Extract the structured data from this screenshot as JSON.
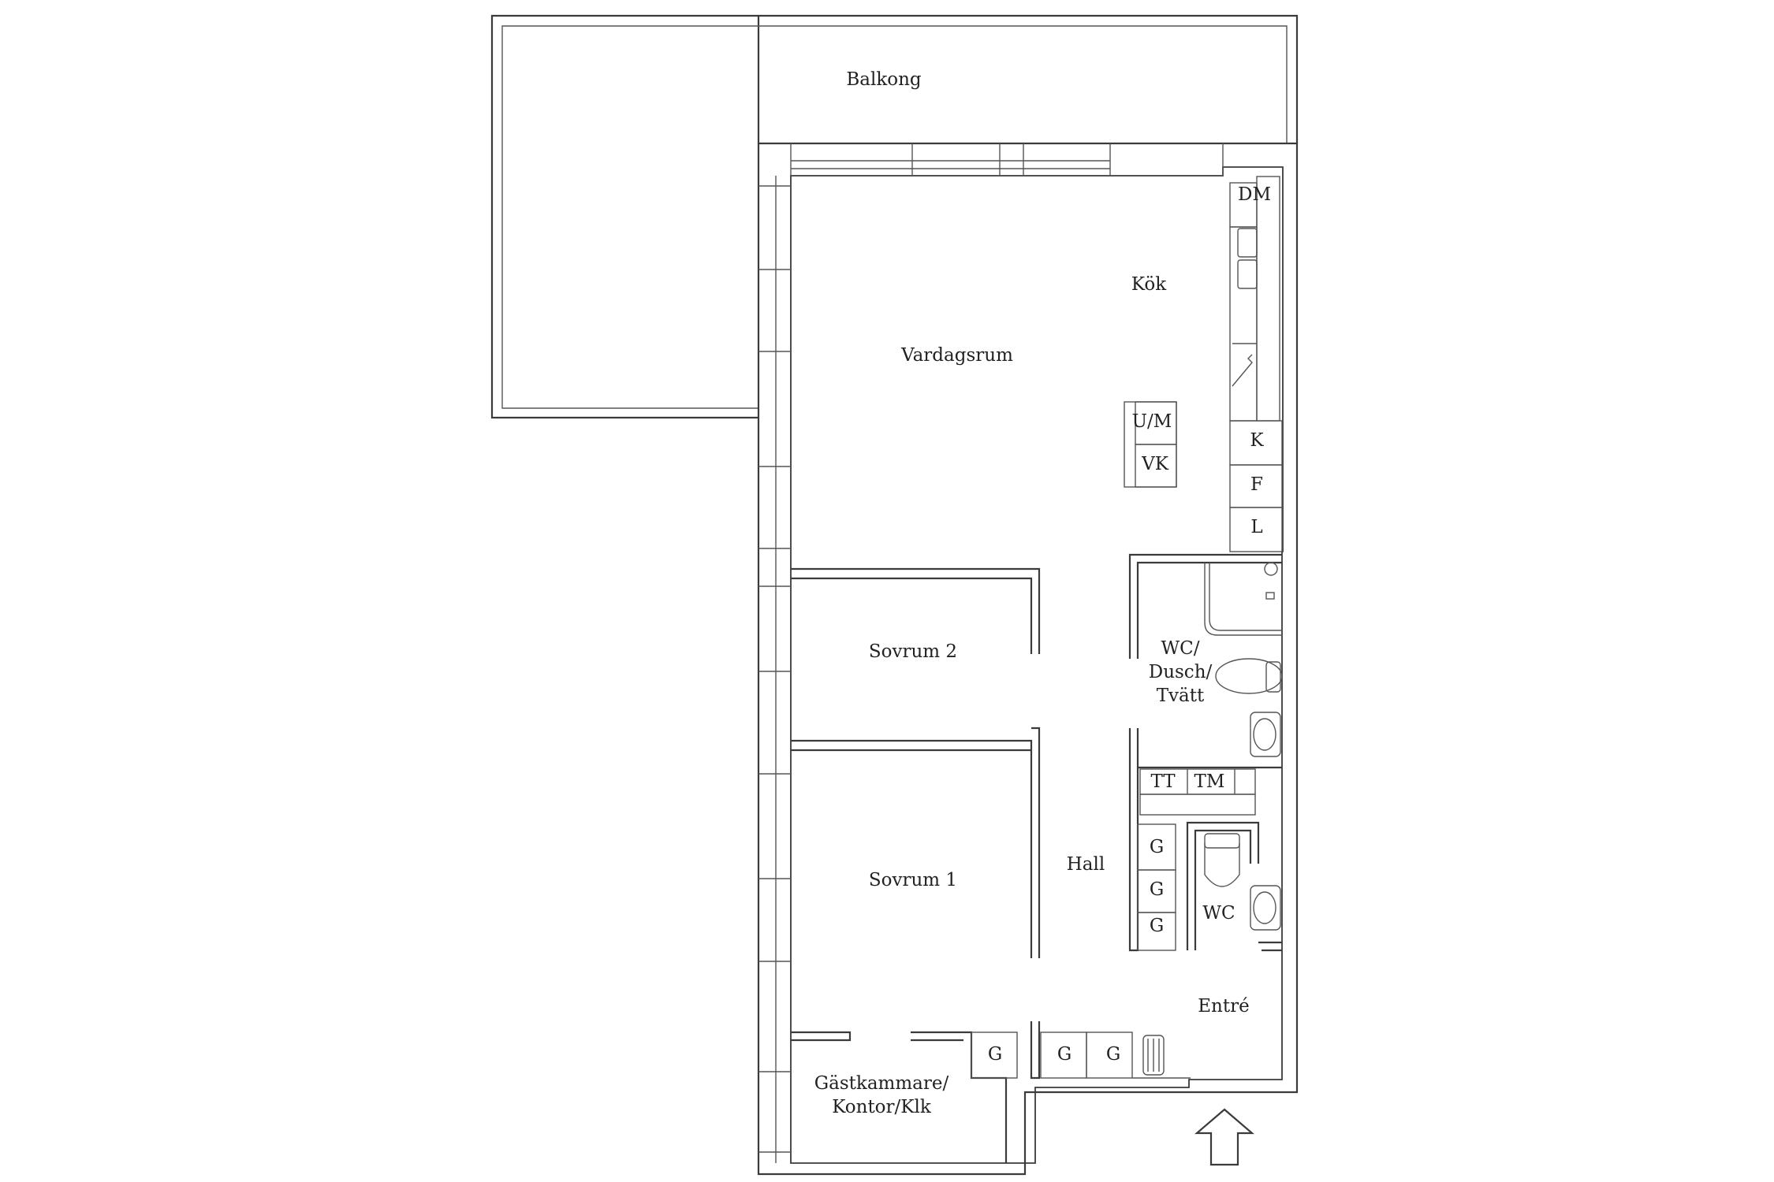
{
  "rooms": {
    "balkong": "Balkong",
    "kok": "Kök",
    "vardagsrum": "Vardagsrum",
    "sovrum2": "Sovrum 2",
    "sovrum1": "Sovrum 1",
    "hall": "Hall",
    "bath_line1": "WC/",
    "bath_line2": "Dusch/",
    "bath_line3": "Tvätt",
    "wc": "WC",
    "entre": "Entré",
    "guest_line1": "Gästkammare/",
    "guest_line2": "Kontor/Klk"
  },
  "fixtures": {
    "dm": "DM",
    "um": "U/M",
    "vk": "VK",
    "k": "K",
    "f": "F",
    "l": "L",
    "tt": "TT",
    "tm": "TM",
    "g": "G"
  },
  "icons": {
    "entrance": "up-arrow-icon",
    "toilet": "toilet-icon",
    "sink": "sink-icon",
    "radiator": "radiator-icon"
  }
}
